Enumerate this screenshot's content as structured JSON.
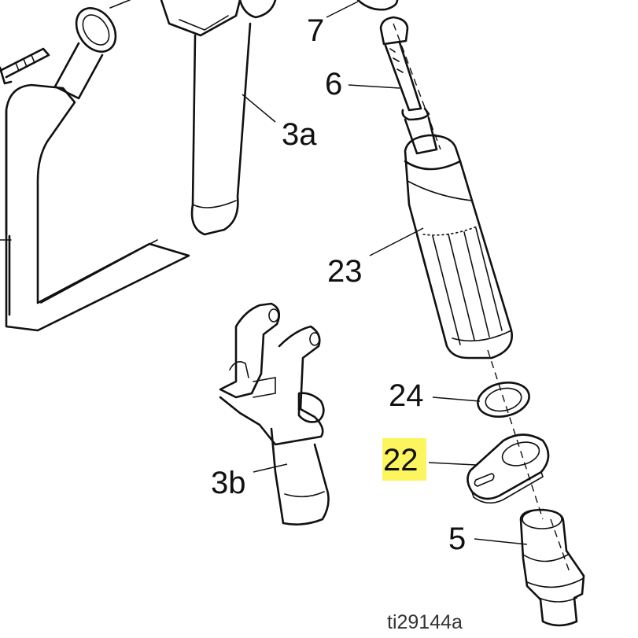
{
  "labels": {
    "part_7": "7",
    "part_6": "6",
    "part_3a": "3a",
    "part_23": "23",
    "part_24": "24",
    "part_22": "22",
    "part_3b": "3b",
    "part_5": "5"
  },
  "highlighted_label": "22",
  "highlight_color": "#fdf55d",
  "figure_ref": "ti29144a"
}
